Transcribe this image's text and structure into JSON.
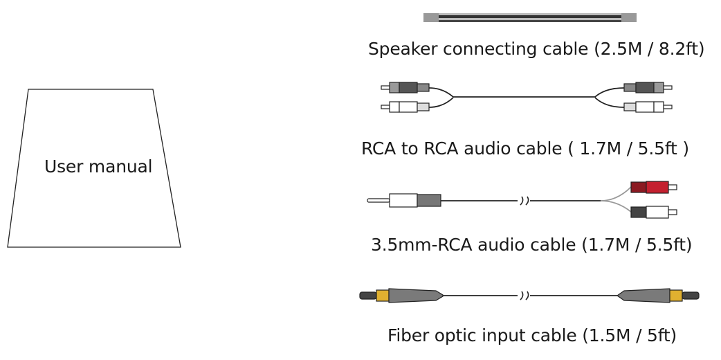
{
  "manual": {
    "label": "User manual"
  },
  "cables": [
    {
      "label": "Speaker connecting cable (2.5M / 8.2ft)"
    },
    {
      "label": "RCA to RCA audio cable  ( 1.7M / 5.5ft )"
    },
    {
      "label": "3.5mm-RCA audio cable (1.7M / 5.5ft)"
    },
    {
      "label": "Fiber optic input cable (1.5M / 5ft)"
    }
  ],
  "colors": {
    "rca_red": "#c4202f",
    "line": "#222222",
    "plug_grey": "#7a7a7a"
  }
}
